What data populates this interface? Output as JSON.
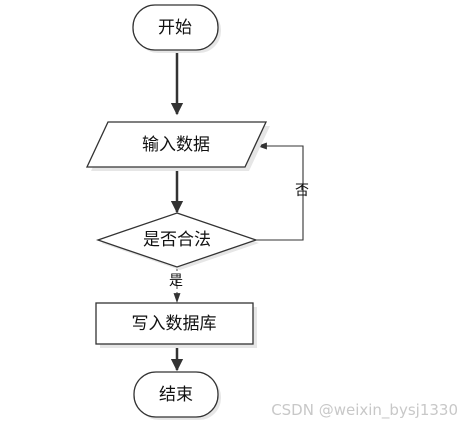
{
  "nodes": {
    "start": "开始",
    "input": "输入数据",
    "decision": "是否合法",
    "write": "写入数据库",
    "end": "结束"
  },
  "edges": {
    "no_label": "否",
    "yes_label": "是"
  },
  "watermark": "CSDN @weixin_bysj1330"
}
